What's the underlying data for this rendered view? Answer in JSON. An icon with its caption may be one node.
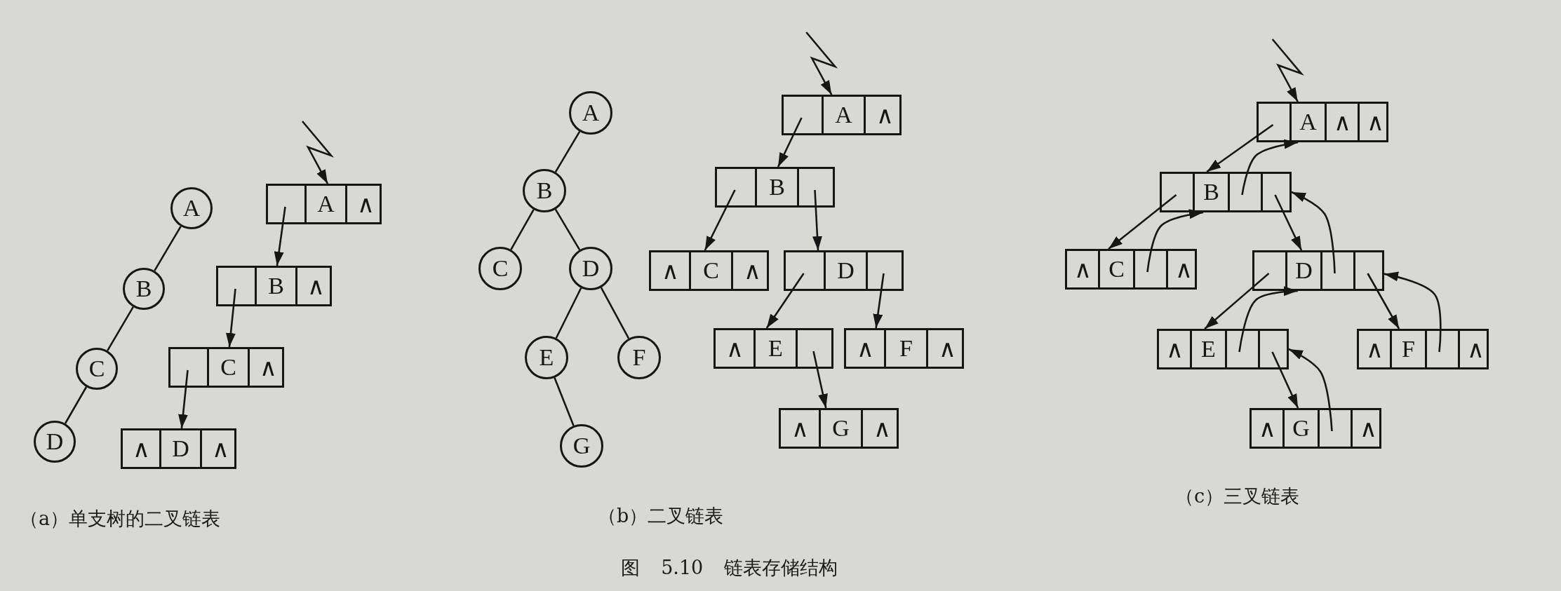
{
  "diagram": {
    "caption": "图 5.10 链表存储结构",
    "nodes": [
      {
        "text": [
          "A"
        ]
      },
      {
        "text": [
          "B"
        ]
      },
      {
        "text": [
          "C"
        ]
      },
      {
        "text": [
          "D"
        ]
      },
      {
        "text": [],
        "shape": "box"
      },
      {
        "text": [],
        "shape": "box",
        "in": 4
      },
      {
        "text": [
          "A"
        ],
        "in": 4
      },
      {
        "text": [
          "∧"
        ],
        "in": 4
      },
      {
        "text": [],
        "shape": "box"
      },
      {
        "text": [],
        "shape": "box",
        "in": 8
      },
      {
        "text": [
          "B"
        ],
        "in": 8
      },
      {
        "text": [
          "∧"
        ],
        "in": 8
      },
      {
        "text": [],
        "shape": "box"
      },
      {
        "text": [],
        "shape": "box",
        "in": 12
      },
      {
        "text": [
          "C"
        ],
        "in": 12
      },
      {
        "text": [
          "∧"
        ],
        "in": 12
      },
      {
        "text": [],
        "shape": "box"
      },
      {
        "text": [
          "∧"
        ],
        "in": 16
      },
      {
        "text": [
          "D"
        ],
        "in": 16
      },
      {
        "text": [
          "∧"
        ],
        "in": 16
      },
      {
        "text": [
          "A"
        ]
      },
      {
        "text": [
          "B"
        ]
      },
      {
        "text": [
          "C"
        ]
      },
      {
        "text": [
          "D"
        ]
      },
      {
        "text": [
          "E"
        ]
      },
      {
        "text": [
          "F"
        ]
      },
      {
        "text": [
          "G"
        ]
      },
      {
        "text": [],
        "shape": "box"
      },
      {
        "text": [],
        "shape": "box",
        "in": 27
      },
      {
        "text": [
          "A"
        ],
        "in": 27
      },
      {
        "text": [
          "∧"
        ],
        "in": 27
      },
      {
        "text": [],
        "shape": "box"
      },
      {
        "text": [],
        "shape": "box",
        "in": 31
      },
      {
        "text": [
          "B"
        ],
        "in": 31
      },
      {
        "text": [],
        "shape": "box",
        "in": 31
      },
      {
        "text": [],
        "shape": "box"
      },
      {
        "text": [
          "∧"
        ],
        "in": 35
      },
      {
        "text": [
          "C"
        ],
        "in": 35
      },
      {
        "text": [
          "∧"
        ],
        "in": 35
      },
      {
        "text": [],
        "shape": "box"
      },
      {
        "text": [],
        "shape": "box",
        "in": 39
      },
      {
        "text": [
          "D"
        ],
        "in": 39
      },
      {
        "text": [],
        "shape": "box",
        "in": 39
      },
      {
        "text": [],
        "shape": "box"
      },
      {
        "text": [
          "∧"
        ],
        "in": 43
      },
      {
        "text": [
          "E"
        ],
        "in": 43
      },
      {
        "text": [],
        "shape": "box",
        "in": 43
      },
      {
        "text": [],
        "shape": "box"
      },
      {
        "text": [
          "∧"
        ],
        "in": 47
      },
      {
        "text": [
          "F"
        ],
        "in": 47
      },
      {
        "text": [
          "∧"
        ],
        "in": 47
      },
      {
        "text": [],
        "shape": "box"
      },
      {
        "text": [
          "∧"
        ],
        "in": 51
      },
      {
        "text": [
          "G"
        ],
        "in": 51
      },
      {
        "text": [
          "∧"
        ],
        "in": 51
      },
      {
        "text": [],
        "shape": "box"
      },
      {
        "text": [],
        "shape": "box",
        "in": 55
      },
      {
        "text": [
          "A"
        ],
        "in": 55
      },
      {
        "text": [
          "∧"
        ],
        "in": 55
      },
      {
        "text": [
          "∧"
        ],
        "in": 55
      },
      {
        "text": [],
        "shape": "box"
      },
      {
        "text": [],
        "shape": "box",
        "in": 60
      },
      {
        "text": [
          "B"
        ],
        "in": 60
      },
      {
        "text": [],
        "shape": "box",
        "in": 60
      },
      {
        "text": [],
        "shape": "box",
        "in": 60
      },
      {
        "text": [],
        "shape": "box"
      },
      {
        "text": [
          "∧"
        ],
        "in": 65
      },
      {
        "text": [
          "C"
        ],
        "in": 65
      },
      {
        "text": [],
        "shape": "box",
        "in": 65
      },
      {
        "text": [
          "∧"
        ],
        "in": 65
      },
      {
        "text": [],
        "shape": "box"
      },
      {
        "text": [],
        "shape": "box",
        "in": 70
      },
      {
        "text": [
          "D"
        ],
        "in": 70
      },
      {
        "text": [],
        "shape": "box",
        "in": 70
      },
      {
        "text": [],
        "shape": "box",
        "in": 70
      },
      {
        "text": [],
        "shape": "box"
      },
      {
        "text": [
          "∧"
        ],
        "in": 75
      },
      {
        "text": [
          "E"
        ],
        "in": 75
      },
      {
        "text": [],
        "shape": "box",
        "in": 75
      },
      {
        "text": [],
        "shape": "box",
        "in": 75
      },
      {
        "text": [],
        "shape": "box"
      },
      {
        "text": [
          "∧"
        ],
        "in": 80
      },
      {
        "text": [
          "F"
        ],
        "in": 80
      },
      {
        "text": [],
        "shape": "box",
        "in": 80
      },
      {
        "text": [
          "∧"
        ],
        "in": 80
      },
      {
        "text": [],
        "shape": "box"
      },
      {
        "text": [
          "∧"
        ],
        "in": 85
      },
      {
        "text": [
          "G"
        ],
        "in": 85
      },
      {
        "text": [],
        "shape": "box",
        "in": 85
      },
      {
        "text": [
          "∧"
        ],
        "in": 85
      }
    ],
    "edges": [
      {
        "from": 0,
        "to": 1,
        "arrow": "none"
      },
      {
        "from": 1,
        "to": 2,
        "arrow": "none"
      },
      {
        "from": 2,
        "to": 3,
        "arrow": "none"
      },
      {
        "from": null,
        "to": 4,
        "arrow": "to"
      },
      {
        "from": 5,
        "to": 8,
        "arrow": "to"
      },
      {
        "from": 9,
        "to": 12,
        "arrow": "to"
      },
      {
        "from": 13,
        "to": 16,
        "arrow": "to"
      },
      {
        "from": 20,
        "to": 21,
        "arrow": "none"
      },
      {
        "from": 21,
        "to": 22,
        "arrow": "none"
      },
      {
        "from": 21,
        "to": 23,
        "arrow": "none"
      },
      {
        "from": 23,
        "to": 24,
        "arrow": "none"
      },
      {
        "from": 23,
        "to": 25,
        "arrow": "none"
      },
      {
        "from": 24,
        "to": 26,
        "arrow": "none"
      },
      {
        "from": null,
        "to": 27,
        "arrow": "to"
      },
      {
        "from": 28,
        "to": 31,
        "arrow": "to"
      },
      {
        "from": 32,
        "to": 35,
        "arrow": "to"
      },
      {
        "from": 34,
        "to": 39,
        "arrow": "to"
      },
      {
        "from": 40,
        "to": 43,
        "arrow": "to"
      },
      {
        "from": 42,
        "to": 47,
        "arrow": "to"
      },
      {
        "from": 46,
        "to": 51,
        "arrow": "to"
      },
      {
        "from": null,
        "to": 55,
        "arrow": "to"
      },
      {
        "from": 56,
        "to": 60,
        "arrow": "to"
      },
      {
        "from": 63,
        "to": 55,
        "arrow": "to"
      },
      {
        "from": 61,
        "to": 65,
        "arrow": "to"
      },
      {
        "from": 68,
        "to": 60,
        "arrow": "to"
      },
      {
        "from": 64,
        "to": 70,
        "arrow": "to"
      },
      {
        "from": 73,
        "to": 60,
        "arrow": "to"
      },
      {
        "from": 71,
        "to": 75,
        "arrow": "to"
      },
      {
        "from": 78,
        "to": 70,
        "arrow": "to"
      },
      {
        "from": 74,
        "to": 80,
        "arrow": "to"
      },
      {
        "from": 83,
        "to": 70,
        "arrow": "to"
      },
      {
        "from": 79,
        "to": 85,
        "arrow": "to"
      },
      {
        "from": 88,
        "to": 75,
        "arrow": "to"
      }
    ],
    "labels": [
      "（a）单支树的二叉链表",
      "（b）二叉链表",
      "（c）三叉链表"
    ]
  }
}
